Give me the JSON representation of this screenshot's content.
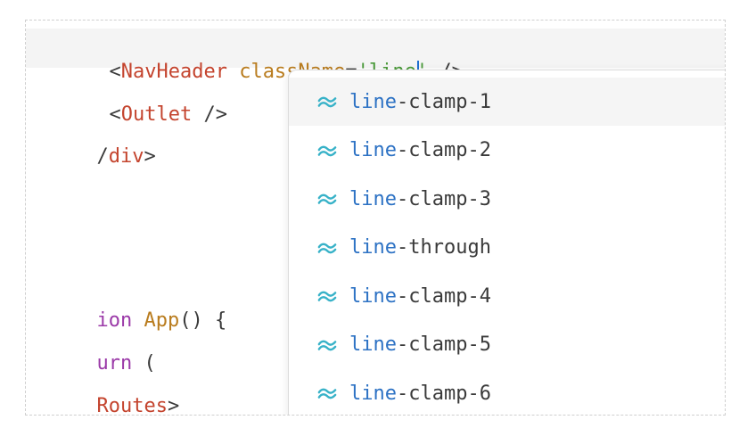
{
  "colors": {
    "tag": "#c4442e",
    "attr": "#b97c1e",
    "string": "#4a9a3a",
    "keyword": "#9b3aa8",
    "match": "#2d72c4",
    "icon": "#38b2c8",
    "caret": "#1f6fd0"
  },
  "editor": {
    "line1": {
      "open": "<",
      "tag": "NavHeader",
      "attr": " className",
      "eq": "=",
      "quote_open": "'",
      "value": "line",
      "quote_close": "'",
      "close": " />"
    },
    "line2": {
      "open": "<",
      "tag": "Outlet",
      "close": " />"
    },
    "line3": {
      "text": "/div>"
    },
    "line4": {
      "kw": "ion",
      "fn": " App",
      "rest": "() {"
    },
    "line5": {
      "kw": "urn",
      "rest": " ("
    },
    "line6": {
      "tag": "Routes",
      "rest": ">"
    }
  },
  "autocomplete": {
    "icon": "tailwind-icon",
    "query": "line",
    "items": [
      {
        "match": "line",
        "rest": "-clamp-1",
        "selected": true
      },
      {
        "match": "line",
        "rest": "-clamp-2",
        "selected": false
      },
      {
        "match": "line",
        "rest": "-clamp-3",
        "selected": false
      },
      {
        "match": "line",
        "rest": "-through",
        "selected": false
      },
      {
        "match": "line",
        "rest": "-clamp-4",
        "selected": false
      },
      {
        "match": "line",
        "rest": "-clamp-5",
        "selected": false
      },
      {
        "match": "line",
        "rest": "-clamp-6",
        "selected": false
      }
    ]
  }
}
